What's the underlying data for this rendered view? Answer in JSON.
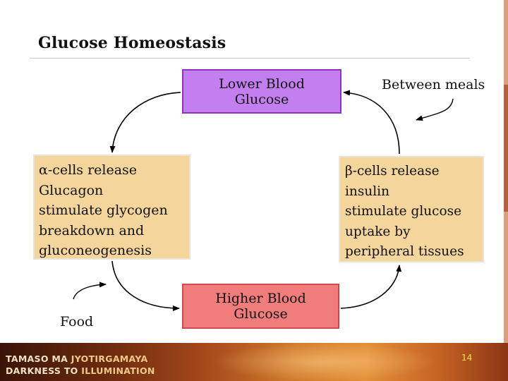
{
  "slide": {
    "title": "Glucose Homeostasis",
    "page_number": "14"
  },
  "nodes": {
    "lower": {
      "line1": "Lower Blood",
      "line2": "Glucose"
    },
    "higher": {
      "line1": "Higher Blood",
      "line2": "Glucose"
    },
    "alpha": {
      "lines": [
        "α-cells release",
        "Glucagon",
        "stimulate glycogen",
        "breakdown and",
        "gluconeogenesis"
      ]
    },
    "beta": {
      "lines": [
        "β-cells release",
        "insulin",
        "stimulate glucose",
        "uptake by",
        "peripheral tissues"
      ]
    }
  },
  "labels": {
    "between_meals": "Between meals",
    "food": "Food"
  },
  "banner": {
    "line1_a": "TAMASO MA",
    "line1_b": " JYOTIRGAMAYA",
    "line2_a": "DARKNESS TO",
    "line2_b": " ILLUMINATION"
  },
  "colors": {
    "lower_fill": "#c37ff0",
    "higher_fill": "#f07c7c",
    "cell_box_fill": "#f4d59b"
  }
}
